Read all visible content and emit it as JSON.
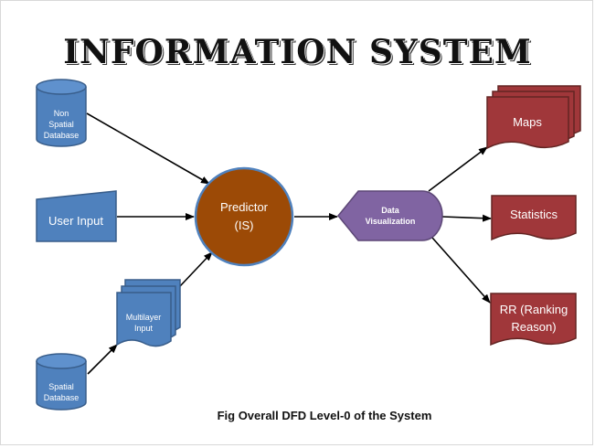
{
  "title": "INFORMATION SYSTEM",
  "caption": "Fig Overall DFD Level-0 of the System",
  "colors": {
    "blue_fill": "#4F81BD",
    "blue_stroke": "#385D8A",
    "predictor_fill": "#9C4A06",
    "predictor_stroke": "#4F81BD",
    "viz_fill": "#8064A2",
    "viz_stroke": "#5C4776",
    "red_fill": "#A0373A",
    "red_stroke": "#632523"
  },
  "nodes": {
    "non_spatial_db": {
      "lines": [
        "Non",
        "Spatial",
        "Database"
      ]
    },
    "user_input": {
      "label": "User Input"
    },
    "multilayer_input": {
      "lines": [
        "Multilayer",
        "Input"
      ]
    },
    "spatial_db": {
      "lines": [
        "Spatial",
        "Database"
      ]
    },
    "predictor": {
      "lines": [
        "Predictor",
        "(IS)"
      ]
    },
    "data_visualization": {
      "lines": [
        "Data",
        "Visualization"
      ]
    },
    "maps": {
      "label": "Maps"
    },
    "statistics": {
      "label": "Statistics"
    },
    "rr": {
      "lines": [
        "RR (Ranking",
        "Reason)"
      ]
    }
  }
}
